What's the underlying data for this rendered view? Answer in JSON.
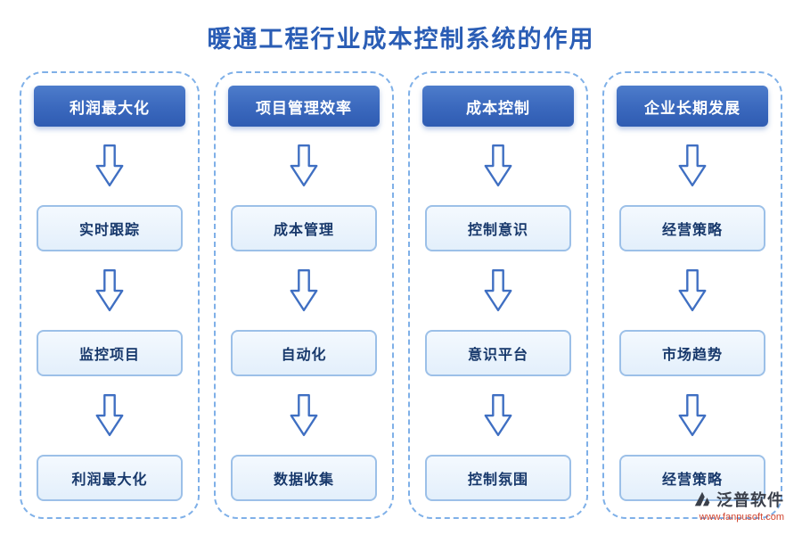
{
  "title": "暖通工程行业成本控制系统的作用",
  "columns": [
    {
      "header": "利润最大化",
      "steps": [
        "实时跟踪",
        "监控项目",
        "利润最大化"
      ]
    },
    {
      "header": "项目管理效率",
      "steps": [
        "成本管理",
        "自动化",
        "数据收集"
      ]
    },
    {
      "header": "成本控制",
      "steps": [
        "控制意识",
        "意识平台",
        "控制氛围"
      ]
    },
    {
      "header": "企业长期发展",
      "steps": [
        "经营策略",
        "市场趋势",
        "经营策略"
      ]
    }
  ],
  "footer": {
    "brand": "泛普软件",
    "url": "www.fanpusoft.com"
  },
  "colors": {
    "title_blue": "#2a5db5",
    "header_blue": "#3a68bd",
    "box_fill": "#e9f2fb",
    "box_border": "#9cc0e8",
    "dashed_border": "#7fb0e8",
    "arrow_stroke": "#3f6fc2",
    "url_red": "#d2452f"
  }
}
